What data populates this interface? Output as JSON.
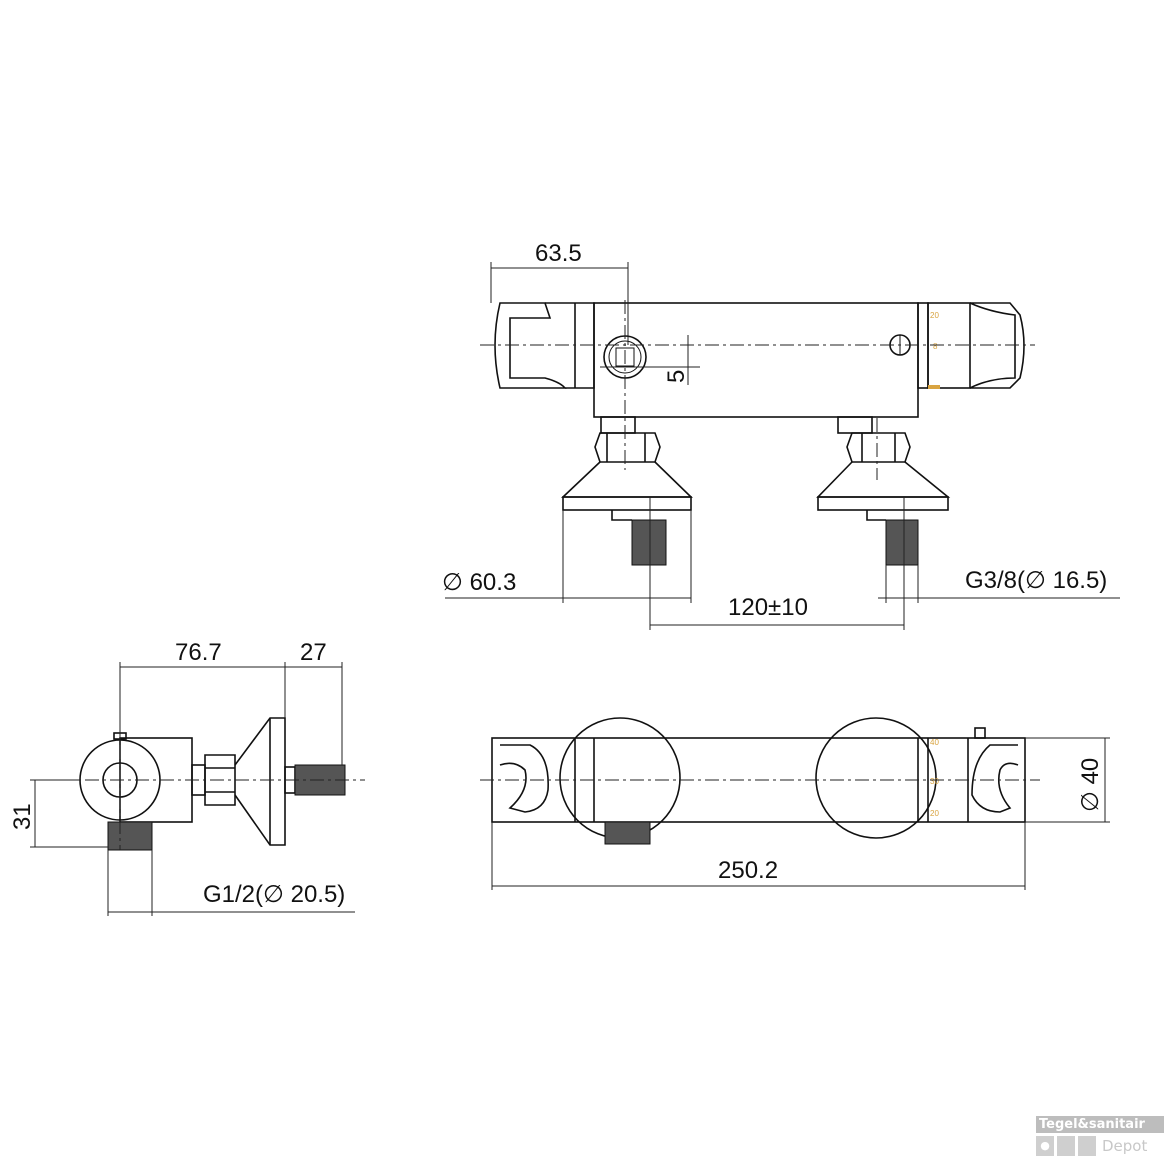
{
  "top_view": {
    "dim_handle_offset": "63.5",
    "dim_port_offset": "5",
    "dim_flange_diameter": "∅ 60.3",
    "dim_inlet_spacing": "120±10",
    "dim_inlet_thread": "G3/8(∅ 16.5)",
    "scale_labels": [
      "20",
      "8"
    ]
  },
  "side_view": {
    "dim_body_depth": "76.7",
    "dim_connector": "27",
    "dim_height": "31",
    "dim_outlet_thread": "G1/2(∅ 20.5)"
  },
  "front_view": {
    "dim_length": "250.2",
    "dim_diameter": "∅ 40",
    "scale_labels": [
      "40",
      "30",
      "20"
    ]
  },
  "watermark": {
    "line1": "Tegel&sanitair",
    "line2": "Depot"
  }
}
